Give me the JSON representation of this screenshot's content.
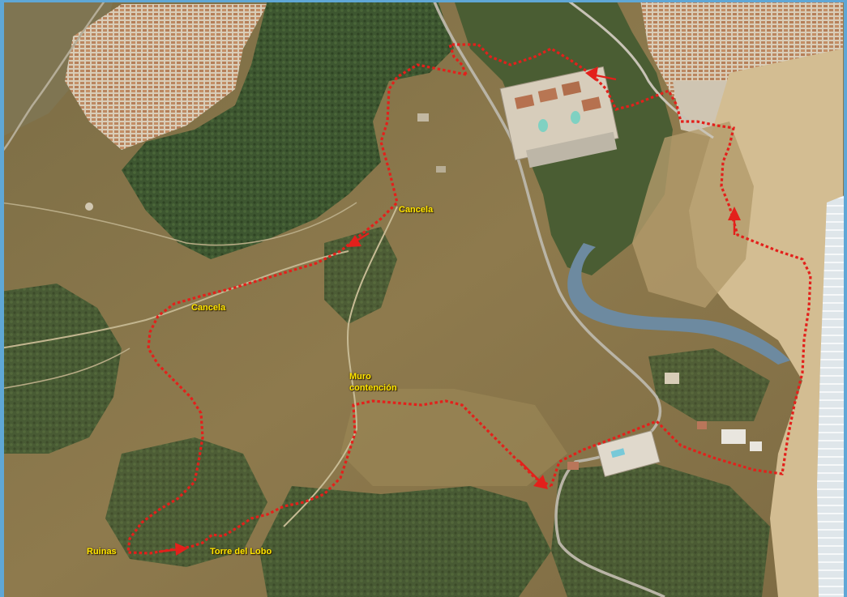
{
  "labels": {
    "cancela_north": "Cancela",
    "cancela_west": "Cancela",
    "muro_line1": "Muro",
    "muro_line2": "contención",
    "ruinas": "Ruinas",
    "torre": "Torre del Lobo"
  },
  "colors": {
    "route": "#e3201b",
    "label": "#ffe600",
    "frame": "#5fa7d6",
    "terrain_dry": "#8d7a4e",
    "vegetation": "#3f5a2e",
    "beach": "#d9c39a",
    "sea": "#dfe7ec"
  },
  "icons": {
    "direction_arrow": "arrow-icon"
  }
}
